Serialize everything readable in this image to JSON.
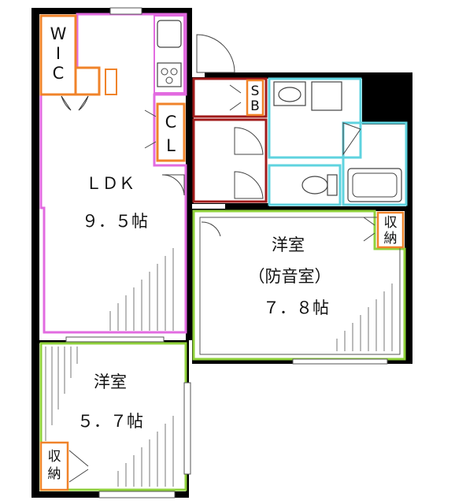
{
  "rooms": {
    "wic": {
      "lines": [
        "W",
        "I",
        "C"
      ],
      "color": "#f0832a"
    },
    "cl": {
      "lines": [
        "C",
        "L"
      ],
      "color": "#f0832a"
    },
    "sb": {
      "lines": [
        "S",
        "B"
      ],
      "color": "#f0832a"
    },
    "ldk": {
      "name": "ＬＤＫ",
      "size": "９．５帖",
      "color": "#e26be0"
    },
    "western_right": {
      "name": "洋室",
      "note": "（防音室）",
      "size": "７．８帖",
      "color": "#8fd13a"
    },
    "western_left": {
      "name": "洋室",
      "size": "５．７帖",
      "color": "#8fd13a"
    },
    "storage_right": {
      "lines": [
        "収",
        "納"
      ],
      "color": "#f0832a"
    },
    "storage_left": {
      "lines": [
        "収",
        "納"
      ],
      "color": "#f0832a"
    },
    "hall": {
      "color": "#a01a1a"
    },
    "wet_area": {
      "color": "#5fd3df"
    }
  }
}
